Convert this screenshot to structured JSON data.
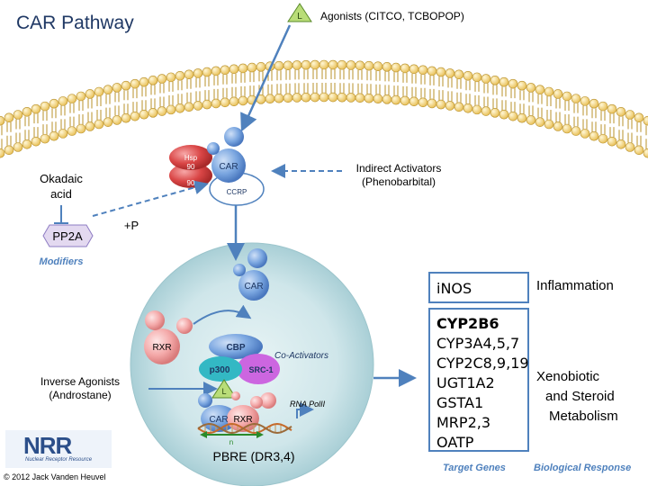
{
  "title": "CAR Pathway",
  "agonist": {
    "icon_letter": "L",
    "label": "Agonists (CITCO, TCBOPOP)"
  },
  "cytoplasm": {
    "hsp_label_1": "Hsp",
    "hsp_num_1": "90",
    "hsp_num_2": "90",
    "car_label": "CAR",
    "ccrp_label": "CCRP",
    "indirect_activators_line1": "Indirect Activators",
    "indirect_activators_line2": "(Phenobarbital)",
    "okadaic_line1": "Okadaic",
    "okadaic_line2": "acid",
    "pp2a_label": "PP2A",
    "phospho_label": "+P",
    "modifiers_label": "Modifiers"
  },
  "nucleus": {
    "car_label": "CAR",
    "rxr_label": "RXR",
    "cbp_label": "CBP",
    "p300_label": "p300",
    "src1_label": "SRC-1",
    "coactivators_label": "Co-Activators",
    "ligand_letter": "L",
    "dna_car_label": "CAR",
    "dna_rxr_label": "RXR",
    "rna_pol_label": "RNA PolII",
    "n_label": "n",
    "pbre_label": "PBRE (DR3,4)",
    "inverse_agonists_line1": "Inverse Agonists",
    "inverse_agonists_line2": "(Androstane)"
  },
  "targets": {
    "inflammation_gene": "iNOS",
    "inflammation_label": "Inflammation",
    "genes": [
      "CYP2B6",
      "CYP3A4,5,7",
      "CYP2C8,9,19",
      "UGT1A2",
      "GSTA1",
      "MRP2,3",
      "OATP"
    ],
    "xeno_line1": "Xenobiotic",
    "xeno_line2": "and Steroid",
    "xeno_line3": "Metabolism",
    "target_genes_label": "Target Genes",
    "bio_response_label": "Biological Response"
  },
  "logo": {
    "text": "NRR",
    "subtitle": "Nuclear Receptor Resource"
  },
  "copyright": "© 2012 Jack Vanden Heuvel",
  "colors": {
    "title": "#1f3864",
    "accent": "#4f81bd",
    "membrane": "#f2d27a",
    "nucleus": "#cfe6ea"
  }
}
